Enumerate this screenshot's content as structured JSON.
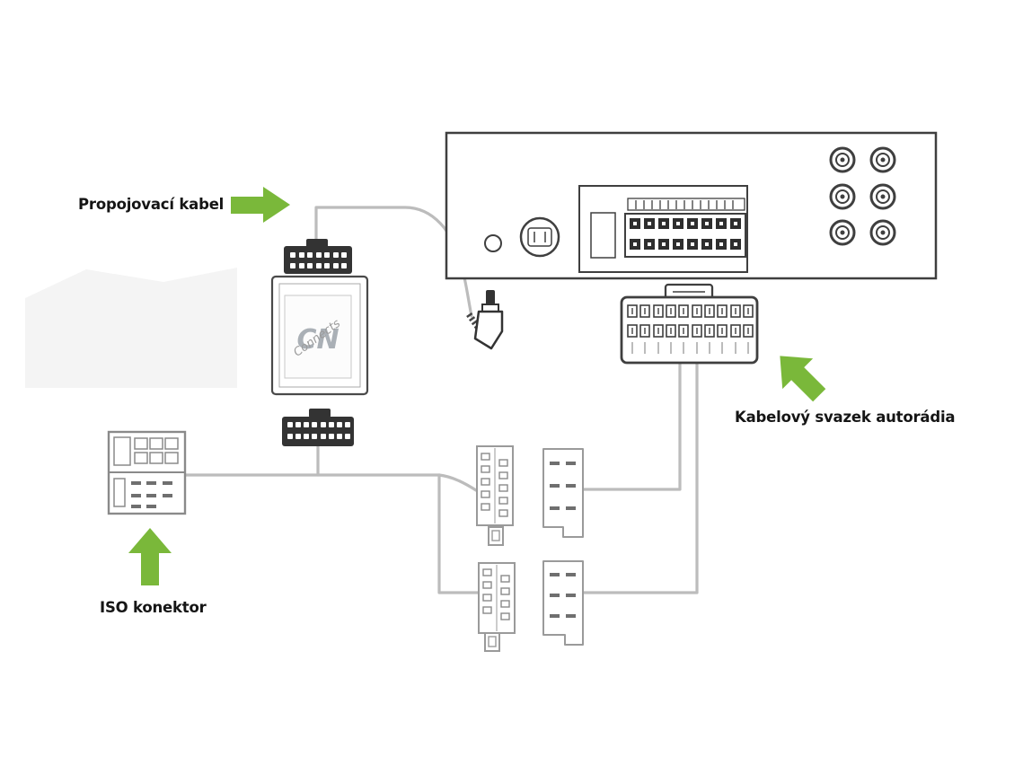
{
  "labels": {
    "connecting_cable": "Propojovací kabel",
    "radio_harness": "Kabelový svazek autorádia",
    "iso_connector": "ISO konektor"
  },
  "logo": {
    "monogram": "CN",
    "script": "Connects"
  },
  "colors": {
    "arrow_green": "#7ab83a",
    "wire_gray": "#bcbcbc",
    "connector_dark": "#3f3f3f",
    "connector_light": "#8f8f8f",
    "watermark": "#f4f4f4"
  }
}
